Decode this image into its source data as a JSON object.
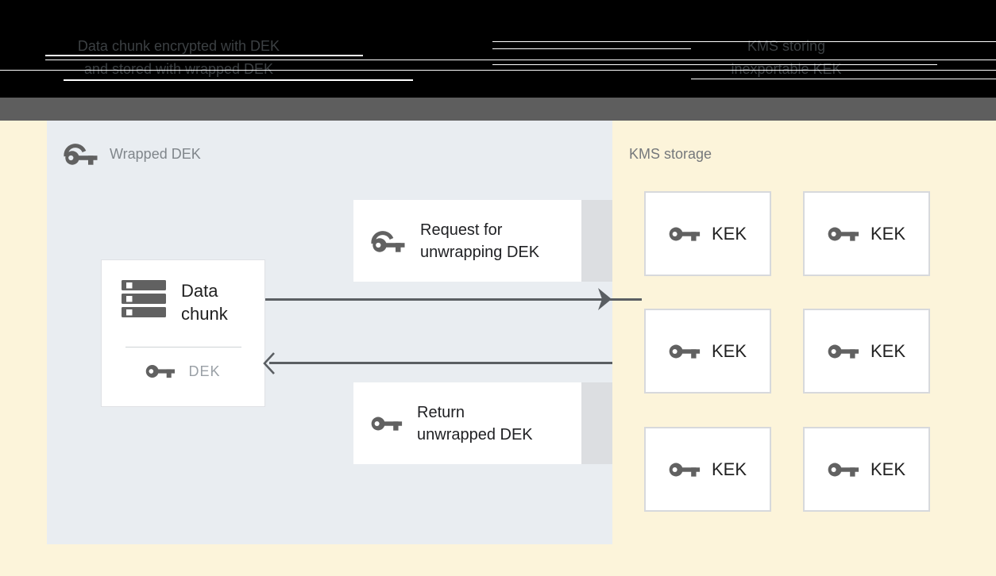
{
  "header": {
    "caption_left": {
      "lines": [
        "Data chunk encrypted with DEK",
        "and stored with wrapped DEK"
      ]
    },
    "caption_right": {
      "lines": [
        "KMS storing",
        "inexportable KEK"
      ]
    }
  },
  "diagram": {
    "wrapped_dek_label": "Wrapped DEK",
    "data_chunk": {
      "title": "Data chunk",
      "key_label": "DEK"
    },
    "request_box": {
      "lines": [
        "Request for",
        "unwrapping DEK"
      ]
    },
    "return_box": {
      "lines": [
        "Return",
        "unwrapped DEK"
      ]
    },
    "kms": {
      "label": "KMS storage",
      "keys": [
        "KEK",
        "KEK",
        "KEK",
        "KEK",
        "KEK",
        "KEK"
      ]
    }
  },
  "colors": {
    "page_bg": "#fcf4da",
    "header_bg": "#000000",
    "header_text": "#3c4043",
    "gray_band": "#5e5e5e",
    "panel_bg": "#e9edf1",
    "box_bg": "#ffffff",
    "box_border": "#dfe1e5",
    "kek_border": "#d7d9dc",
    "side_strip": "#dcdee1",
    "icon_gray": "#616161",
    "arrow": "#5a5e62",
    "muted_text": "#80868b",
    "dark_text": "#212121"
  },
  "icons": {
    "wrapped_key": "wrapped-key-icon",
    "key": "key-icon",
    "data_chunk": "server-stack-icon"
  }
}
